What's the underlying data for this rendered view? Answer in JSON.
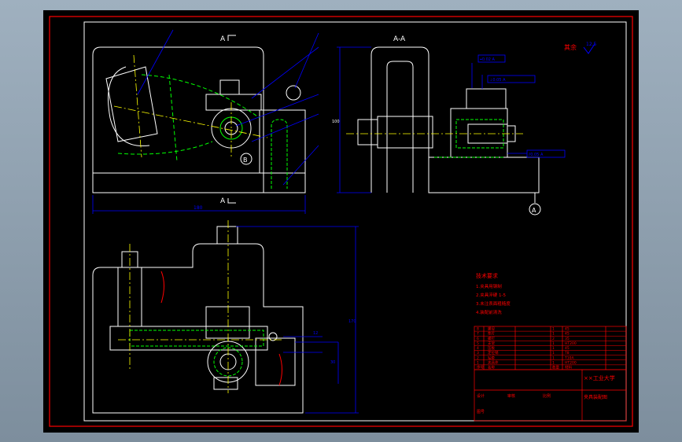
{
  "colors": {
    "background": "#000000",
    "frame": "#ff0000",
    "outline": "#ffffff",
    "centerline": "#ffff00",
    "hidden": "#00ff00",
    "dimension": "#0000ff",
    "accent": "#ff00ff",
    "text": "#ff0000",
    "callout": "#00ffff"
  },
  "views": {
    "top_label": "A",
    "section_label": "A-A",
    "datum_a": "A",
    "datum_b": "B",
    "bottom_label": "A"
  },
  "roughness": {
    "label": "其余",
    "value": "12.5"
  },
  "dimensions": {
    "width_top": "180",
    "height_section": "100",
    "height_bottom": "170",
    "dim_small_1": "12",
    "dim_small_2": "30"
  },
  "tolerances": {
    "t1": "⌖0.02 A",
    "t2": "⊥0.05 A",
    "t3": "⫽0.05 A"
  },
  "tech_notes": {
    "title": "技术要求",
    "lines": [
      "1.夹具用钢制",
      "2.夹具淬硬 1-5",
      "3.未注表面粗糙度",
      "4.装配前清洗"
    ]
  },
  "title_block": {
    "school": "××工业大学",
    "drawing_name": "夹具装配图",
    "rows": [
      [
        "8",
        "螺母",
        "1",
        "45"
      ],
      [
        "7",
        "垫片",
        "1",
        "45"
      ],
      [
        "6",
        "螺钉",
        "2",
        "35"
      ],
      [
        "5",
        "支架",
        "1",
        "HT200"
      ],
      [
        "4",
        "压板",
        "1",
        "45"
      ],
      [
        "3",
        "定位销",
        "1",
        "T8"
      ],
      [
        "2",
        "钻套",
        "1",
        "T10A"
      ],
      [
        "1",
        "夹具体",
        "1",
        "HT200"
      ]
    ],
    "headers": [
      "序号",
      "名称",
      "数量",
      "材料"
    ],
    "footer": [
      "设计",
      "审核",
      "比例",
      "图号"
    ]
  }
}
